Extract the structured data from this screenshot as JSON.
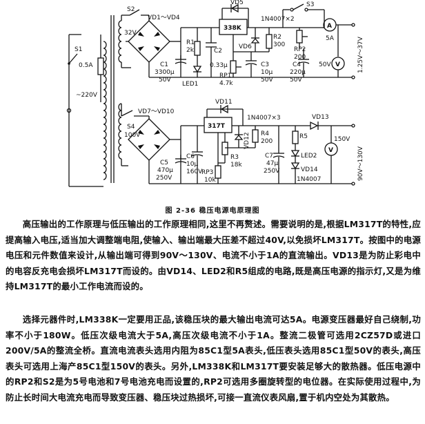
{
  "figure": {
    "caption": "图 2-36   稳压电源电原理图",
    "labels": {
      "s1": "S1",
      "fuse": "0.5A",
      "mains": "~220V",
      "s2": "S2",
      "v32": "32V",
      "bridge_hi": "VD1～VD4",
      "vd5": "VD5",
      "vd6": "VD6",
      "vd_hi": "1N4007×2",
      "ic_hi": "338K",
      "r1": "R1",
      "r1v": "2k",
      "c2": "C2",
      "c2v": "0.33μ",
      "c1": "C1",
      "c1v": "3300μ",
      "c1u": "50V",
      "led1": "LED1",
      "rp1": "RP1",
      "rp1v": "4.7k",
      "r2": "R2",
      "r2v": "300",
      "c3": "C3",
      "c3v": "10μ",
      "c3u": "50V",
      "s3": "S3",
      "rp2": "RP2",
      "rp2v": "200",
      "c4": "C4",
      "c4v": "220μ",
      "c4u": "50V",
      "ammeter": "A",
      "ammeter_range": "5A",
      "volt_hi": "V",
      "volt_hi_range": "50V",
      "out_hi": "1.25V～37V",
      "s4": "S4",
      "v100": "100V",
      "bridge_lo": "VD7～VD10",
      "vd11": "VD11",
      "vd_lo": "1N4007×3",
      "ic_lo": "317T",
      "c5": "C5",
      "c5v": "470μ",
      "c5u": "250V",
      "c6": "C6",
      "c6v": "10μ",
      "c6u": "160V",
      "r3": "R3",
      "r3v": "18k",
      "rp3": "RP3",
      "rp3v": "10k",
      "r4": "R4",
      "r4v": "200",
      "vd12": "VD12",
      "c7": "C7",
      "c7v": "47μ",
      "c7u": "250V",
      "r5": "R5",
      "led2": "LED2",
      "vd14": "VD14",
      "vd14v": "1N4007",
      "vd13": "VD13",
      "volt_lo": "V",
      "volt_lo_range": "150V",
      "out_lo": "90V～130V"
    }
  },
  "paragraphs": [
    "高压输出的工作原理与低压输出的工作原理相同,这里不再赘述。需要说明的是,根据LM317T的特性,应提高输入电压,适当加大调整端电阻,使输入、输出端最大压差不超过40V,以免损坏LM317T。按图中的电源电压和元件数值来设计,从输出端可得到90V～130V、电流不小于1A的直流输出。VD13是为防止彩电中的电容反充电会损坏LM317T而设的。由VD14、LED2和R5组成的电路,既是高压电源的指示灯,又是为维持LM317T的最小工作电流而设的。",
    "选择元器件时,LM338K一定要用正品,该稳压块的最大输出电流可达5A。电源变压器最好自己绕制,功率不小于180W。低压次级电流大于5A,高压次级电流不小于1A。整流二极管可选用2CZ57D或进口200V/5A的整流全桥。直流电流表头选用内阻为85C1型5A表头,低压表头选用85C1型50V的表头,高压表头可选用上海产85C1型150V的表头。另外,LM338K和LM317T要安装足够大的散热器。低压电源中的RP2和S2是为5号电池和7号电池充电而设置的,RP2可选用多圈旋转型的电位器。在实际使用过程中,为防止长时间大电流充电而导致变压器、稳压块过热损坏,可接一直流仪表风扇,置于机内空处为其散热。"
  ]
}
